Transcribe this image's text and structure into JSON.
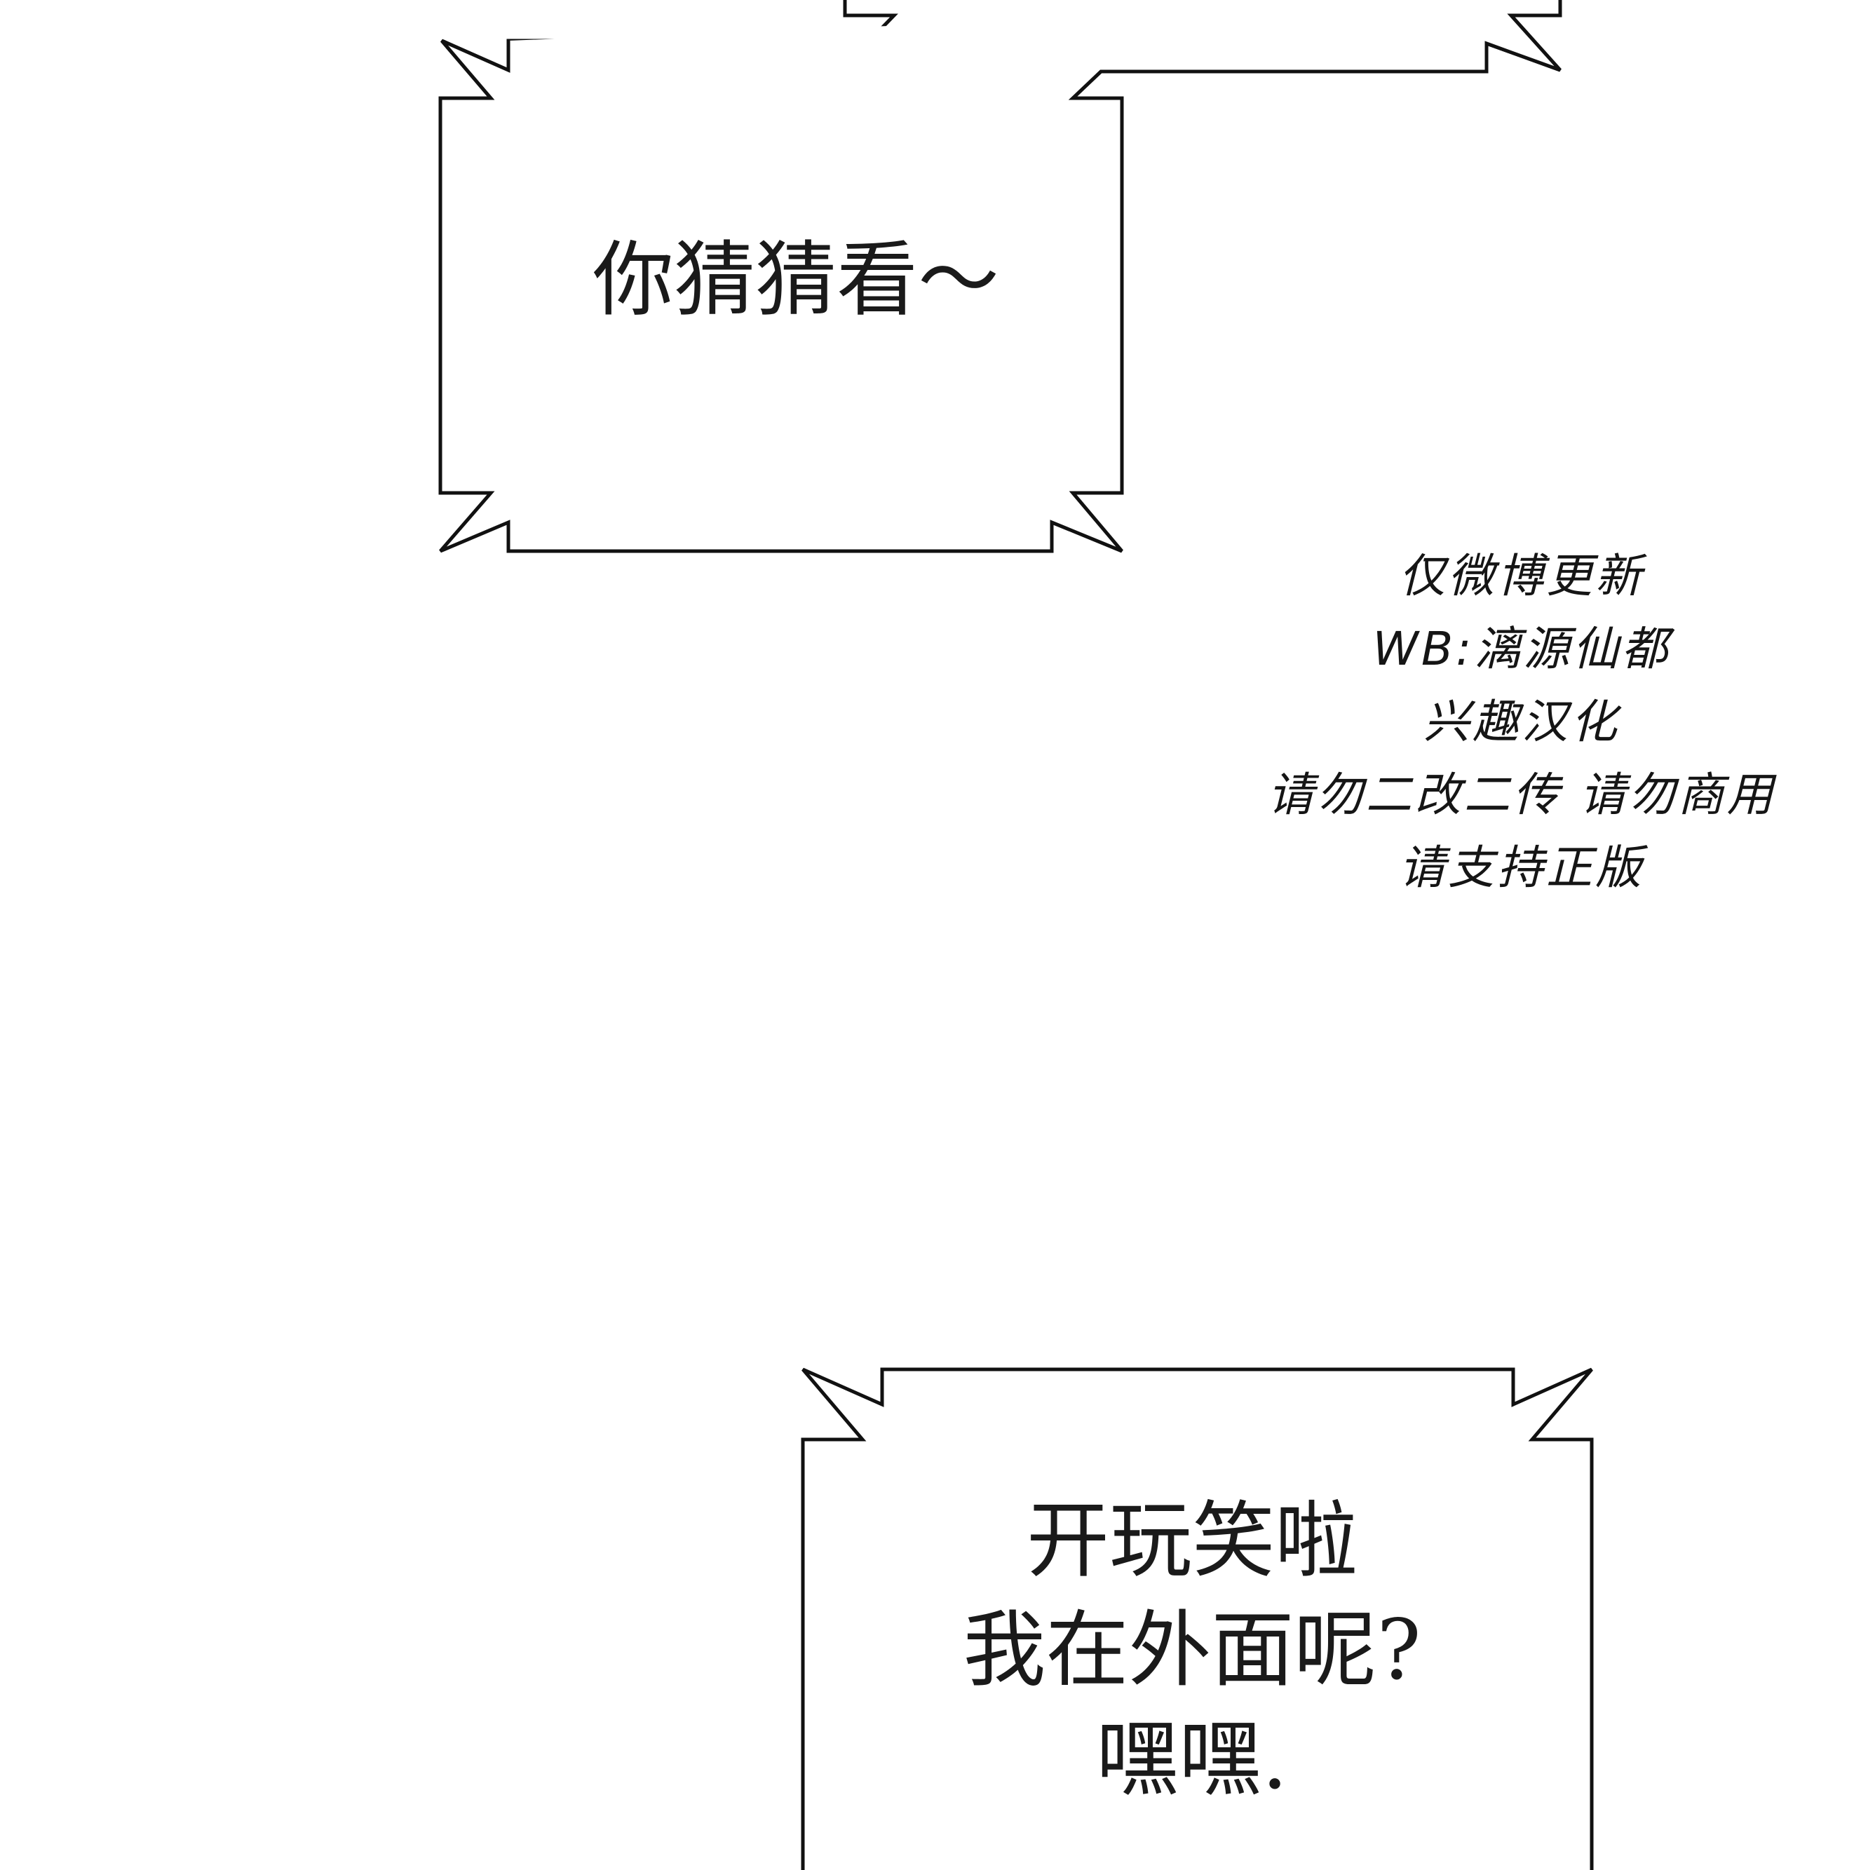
{
  "bubble_top": {
    "text": "你猜猜看～"
  },
  "bubble_bottom": {
    "lines": [
      "开玩笑啦",
      "我在外面呢?",
      "嘿嘿."
    ]
  },
  "watermark": {
    "lines": [
      "仅微博更新",
      "WB:漓源仙都",
      "兴趣汉化",
      "请勿二改二传 请勿商用",
      "请支持正版"
    ]
  },
  "colors": {
    "background": "#ffffff",
    "ink": "#111111"
  }
}
